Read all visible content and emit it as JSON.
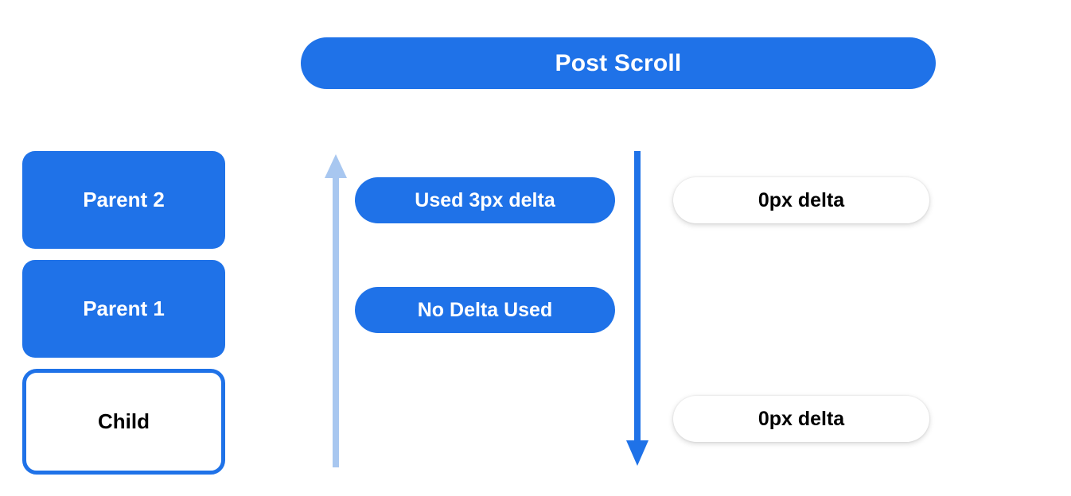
{
  "banner": {
    "title": "Post Scroll",
    "background_color": "#1f72e8",
    "text_color": "#ffffff"
  },
  "node_stack": {
    "boxes": [
      {
        "label": "Parent 2",
        "style": "filled",
        "fill": "#1f72e8",
        "text_color": "#ffffff"
      },
      {
        "label": "Parent 1",
        "style": "filled",
        "fill": "#1f72e8",
        "text_color": "#ffffff"
      },
      {
        "label": "Child",
        "style": "outlined",
        "fill": "#ffffff",
        "border_color": "#1f72e8",
        "text_color": "#000000"
      }
    ]
  },
  "arrows": [
    {
      "name": "scroll-up-arrow",
      "direction": "up",
      "color": "#a8c7f0",
      "description": "light blue upward arrow on left of middle column"
    },
    {
      "name": "scroll-down-arrow",
      "direction": "down",
      "color": "#1f72e8",
      "description": "solid blue downward arrow on right of middle column"
    }
  ],
  "delta_labels": {
    "consumed": [
      {
        "label": "Used 3px delta",
        "style": "blue",
        "fill": "#1f72e8",
        "text_color": "#ffffff"
      },
      {
        "label": "No Delta Used",
        "style": "blue",
        "fill": "#1f72e8",
        "text_color": "#ffffff"
      }
    ],
    "remaining": [
      {
        "label": "0px delta",
        "style": "white",
        "fill": "#ffffff",
        "text_color": "#000000"
      },
      {
        "label": "0px delta",
        "style": "white",
        "fill": "#ffffff",
        "text_color": "#000000"
      }
    ]
  }
}
